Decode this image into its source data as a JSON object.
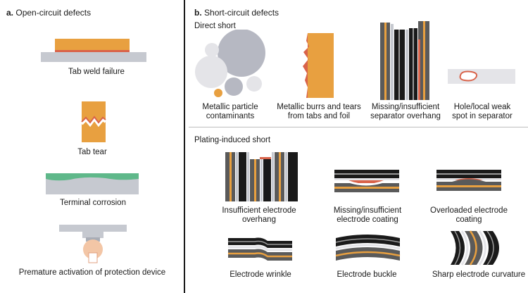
{
  "panel_a": {
    "letter": "a.",
    "title": "Open-circuit defects",
    "items": {
      "tab_weld": "Tab weld failure",
      "tab_tear": "Tab tear",
      "corrosion": "Terminal corrosion",
      "premature_1": "Premature activation of protection device"
    }
  },
  "panel_b": {
    "letter": "b.",
    "title": "Short-circuit defects",
    "direct_short": {
      "heading": "Direct short",
      "particles_1": "Metallic particle",
      "particles_2": "contaminants",
      "burrs_1": "Metallic burrs and tears",
      "burrs_2": "from tabs and foil",
      "overhang_1": "Missing/insufficient",
      "overhang_2": "separator overhang",
      "hole_1": "Hole/local weak",
      "hole_2": "spot in separator"
    },
    "plating_short": {
      "heading": "Plating-induced short",
      "ins_overhang_1": "Insufficient electrode",
      "ins_overhang_2": "overhang",
      "missing_coat_1": "Missing/insufficient",
      "missing_coat_2": "electrode coating",
      "overloaded_1": "Overloaded electrode",
      "overloaded_2": "coating",
      "wrinkle": "Electrode wrinkle",
      "buckle": "Electrode buckle",
      "curvature": "Sharp electrode curvature"
    }
  },
  "colors": {
    "tab_orange": "#e8a040",
    "defect_red": "#d9634a",
    "base_gray": "#c6c9d0",
    "dark_gray": "#5a5a5a",
    "black": "#1a1a1a",
    "green": "#5fb88a",
    "light_gray": "#e4e4e8"
  }
}
